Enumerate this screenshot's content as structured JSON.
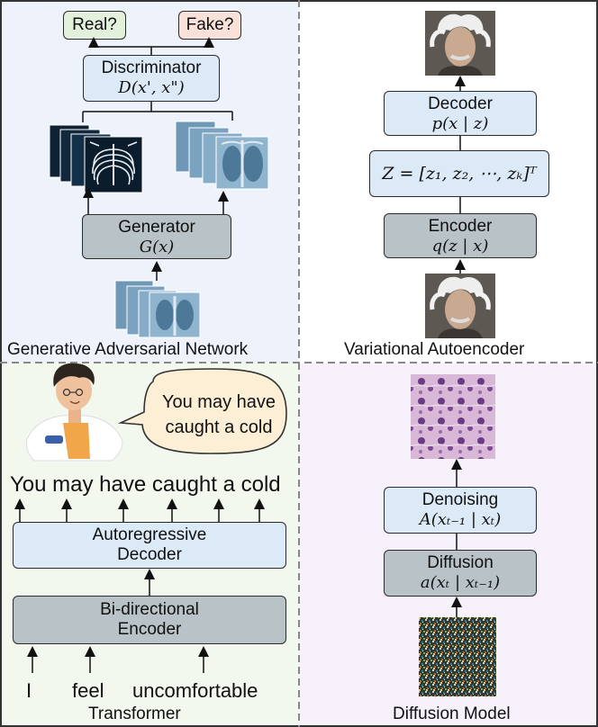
{
  "gan": {
    "caption": "Generative Adversarial Network",
    "real_label": "Real?",
    "fake_label": "Fake?",
    "discriminator_title": "Discriminator",
    "discriminator_formula": "D(x', x\")",
    "generator_title": "Generator",
    "generator_formula": "G(x)"
  },
  "vae": {
    "caption": "Variational Autoencoder",
    "decoder_title": "Decoder",
    "decoder_formula": "p(x | z)",
    "latent_formula": "Z = [z₁, z₂, ⋯, zₖ]ᵀ",
    "encoder_title": "Encoder",
    "encoder_formula": "q(z | x)"
  },
  "transformer": {
    "caption": "Transformer",
    "speech_line1": "You may have",
    "speech_line2": "caught a cold",
    "output_sentence": "You may have caught a cold",
    "decoder_line1": "Autoregressive",
    "decoder_line2": "Decoder",
    "encoder_line1": "Bi-directional",
    "encoder_line2": "Encoder",
    "input_words": [
      "I",
      "feel",
      "uncomfortable"
    ]
  },
  "diffusion": {
    "caption": "Diffusion Model",
    "denoising_title": "Denoising",
    "denoising_formula": "A(xₜ₋₁ | xₜ)",
    "diffusion_title": "Diffusion",
    "diffusion_formula": "a(xₜ | xₜ₋₁)"
  },
  "colors": {
    "gan_bg": "#eef3fb",
    "vae_bg": "#ffffff",
    "transformer_bg": "#f2f8ee",
    "diffusion_bg": "#f6f1fa",
    "box_light": "#dceaf7",
    "box_gray": "#b9c2c6",
    "real_box": "#e3f0dc",
    "fake_box": "#f7e1d8"
  }
}
